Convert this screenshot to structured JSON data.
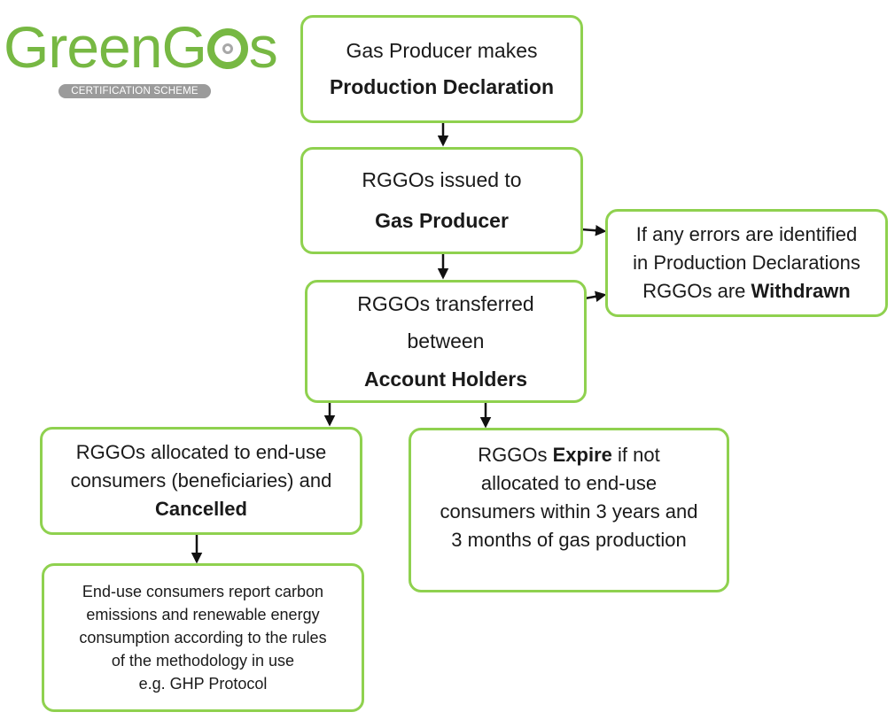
{
  "logo": {
    "word_start": "Green",
    "word_g": "G",
    "word_end": "s",
    "tagline": "CERTIFICATION SCHEME",
    "brand_color": "#77b843"
  },
  "box_border_color": "#8fd14f",
  "boxes": {
    "production": {
      "line1": "Gas Producer makes",
      "line2": "Production Declaration"
    },
    "issued": {
      "line1": "RGGOs issued to",
      "line2": "Gas Producer"
    },
    "withdrawn": {
      "line1": "If any errors are identified",
      "line2": "in Production Declarations",
      "line3_pre": "RGGOs are ",
      "line3_bold": "Withdrawn"
    },
    "transferred": {
      "line1": "RGGOs transferred",
      "line2": "between",
      "line3": "Account Holders"
    },
    "allocated": {
      "line1": "RGGOs allocated to end-use",
      "line2": "consumers (beneficiaries) and",
      "line3": "Cancelled"
    },
    "expire": {
      "line1_pre": "RGGOs ",
      "line1_bold": "Expire",
      "line1_post": " if not",
      "line2": "allocated to end-use",
      "line3": "consumers within 3 years and",
      "line4": "3 months of gas production"
    },
    "report": {
      "line1": "End-use consumers report carbon",
      "line2": "emissions and renewable energy",
      "line3": "consumption according to the rules",
      "line4": "of the methodology in use",
      "line5": "e.g. GHP Protocol"
    }
  }
}
